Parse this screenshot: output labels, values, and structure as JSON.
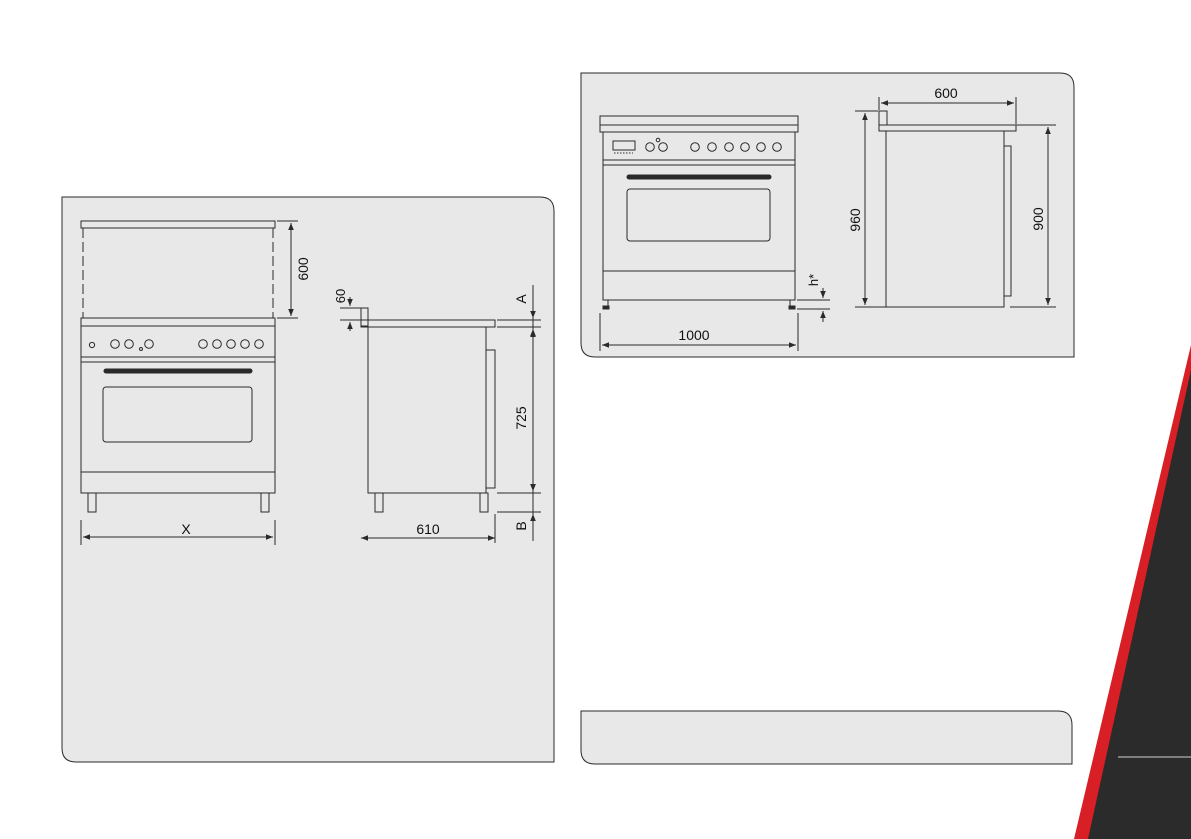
{
  "left_diagram": {
    "hood_height": "600",
    "backguard_height": "60",
    "label_a": "A",
    "label_b": "B",
    "body_height": "725",
    "width_label": "X",
    "depth": "610"
  },
  "right_diagram": {
    "depth": "600",
    "total_height": "960",
    "work_height": "900",
    "leg_label": "h*",
    "width": "1000"
  },
  "colors": {
    "panel": "#e8e8e8",
    "line": "#2a2a2a",
    "accent_red": "#d81f26",
    "accent_dark": "#2b2b2b"
  }
}
